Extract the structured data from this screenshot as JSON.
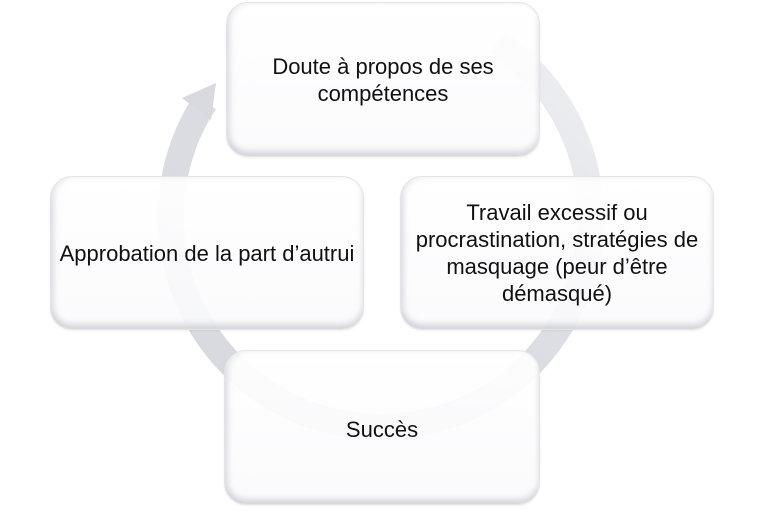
{
  "diagram": {
    "type": "cycle",
    "colors": {
      "arc": "#d9dbe1",
      "box_border": "#e3e4e8",
      "text": "#111111"
    },
    "steps": [
      {
        "label": "Doute à propos de ses compétences",
        "position": "top"
      },
      {
        "label": "Travail excessif ou procrastination, stratégies de masquage (peur d’être démasqué)",
        "position": "right"
      },
      {
        "label": "Succès",
        "position": "bottom"
      },
      {
        "label": "Approbation de la part d’autrui",
        "position": "left"
      }
    ],
    "arrow": {
      "direction": "clockwise",
      "icon": "circular-arrow-icon"
    }
  }
}
